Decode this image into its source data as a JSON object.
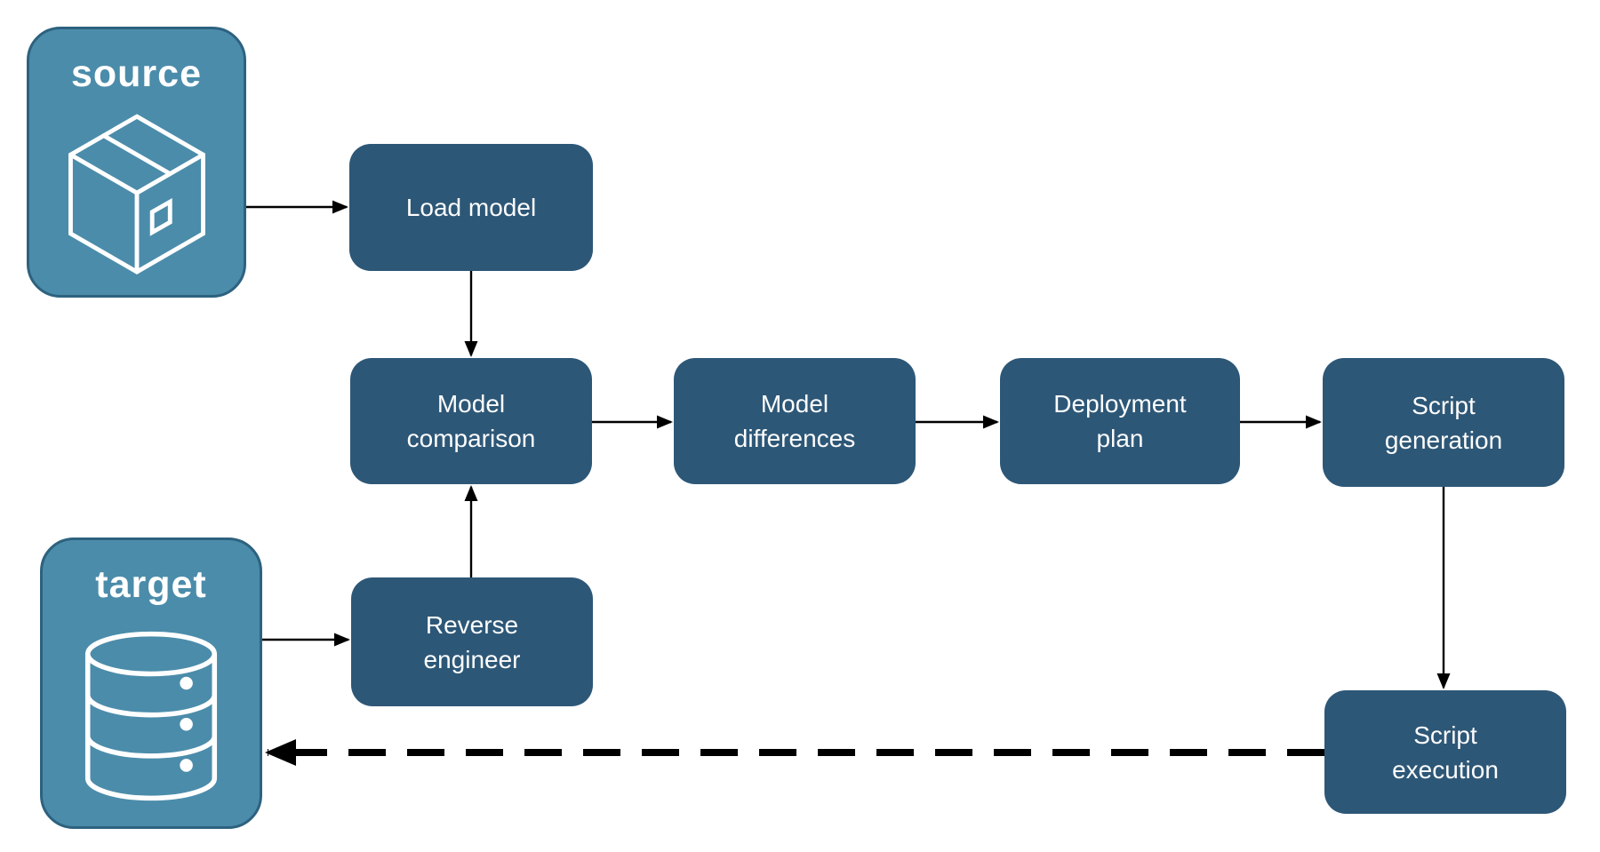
{
  "diagram": {
    "nodes": {
      "source": {
        "label": "source",
        "icon": "package-icon",
        "type": "endpoint"
      },
      "target": {
        "label": "target",
        "icon": "database-icon",
        "type": "endpoint"
      },
      "load_model": {
        "label": "Load model",
        "type": "process"
      },
      "model_comparison": {
        "label": "Model comparison",
        "type": "process"
      },
      "model_differences": {
        "label": "Model differences",
        "type": "process"
      },
      "deployment_plan": {
        "label": "Deployment plan",
        "type": "process"
      },
      "script_generation": {
        "label": "Script generation",
        "type": "process"
      },
      "reverse_engineer": {
        "label": "Reverse engineer",
        "type": "process"
      },
      "script_execution": {
        "label": "Script execution",
        "type": "process"
      }
    },
    "edges": [
      {
        "from": "source",
        "to": "load_model",
        "style": "solid"
      },
      {
        "from": "load_model",
        "to": "model_comparison",
        "style": "solid"
      },
      {
        "from": "model_comparison",
        "to": "model_differences",
        "style": "solid"
      },
      {
        "from": "model_differences",
        "to": "deployment_plan",
        "style": "solid"
      },
      {
        "from": "deployment_plan",
        "to": "script_generation",
        "style": "solid"
      },
      {
        "from": "script_generation",
        "to": "script_execution",
        "style": "solid"
      },
      {
        "from": "target",
        "to": "reverse_engineer",
        "style": "solid"
      },
      {
        "from": "reverse_engineer",
        "to": "model_comparison",
        "style": "solid"
      },
      {
        "from": "script_execution",
        "to": "target",
        "style": "dashed"
      }
    ],
    "colors": {
      "process_fill": "#2d5777",
      "endpoint_fill": "#4b8caa",
      "endpoint_border": "#2d627f",
      "text": "#ffffff",
      "arrow": "#000000"
    }
  }
}
